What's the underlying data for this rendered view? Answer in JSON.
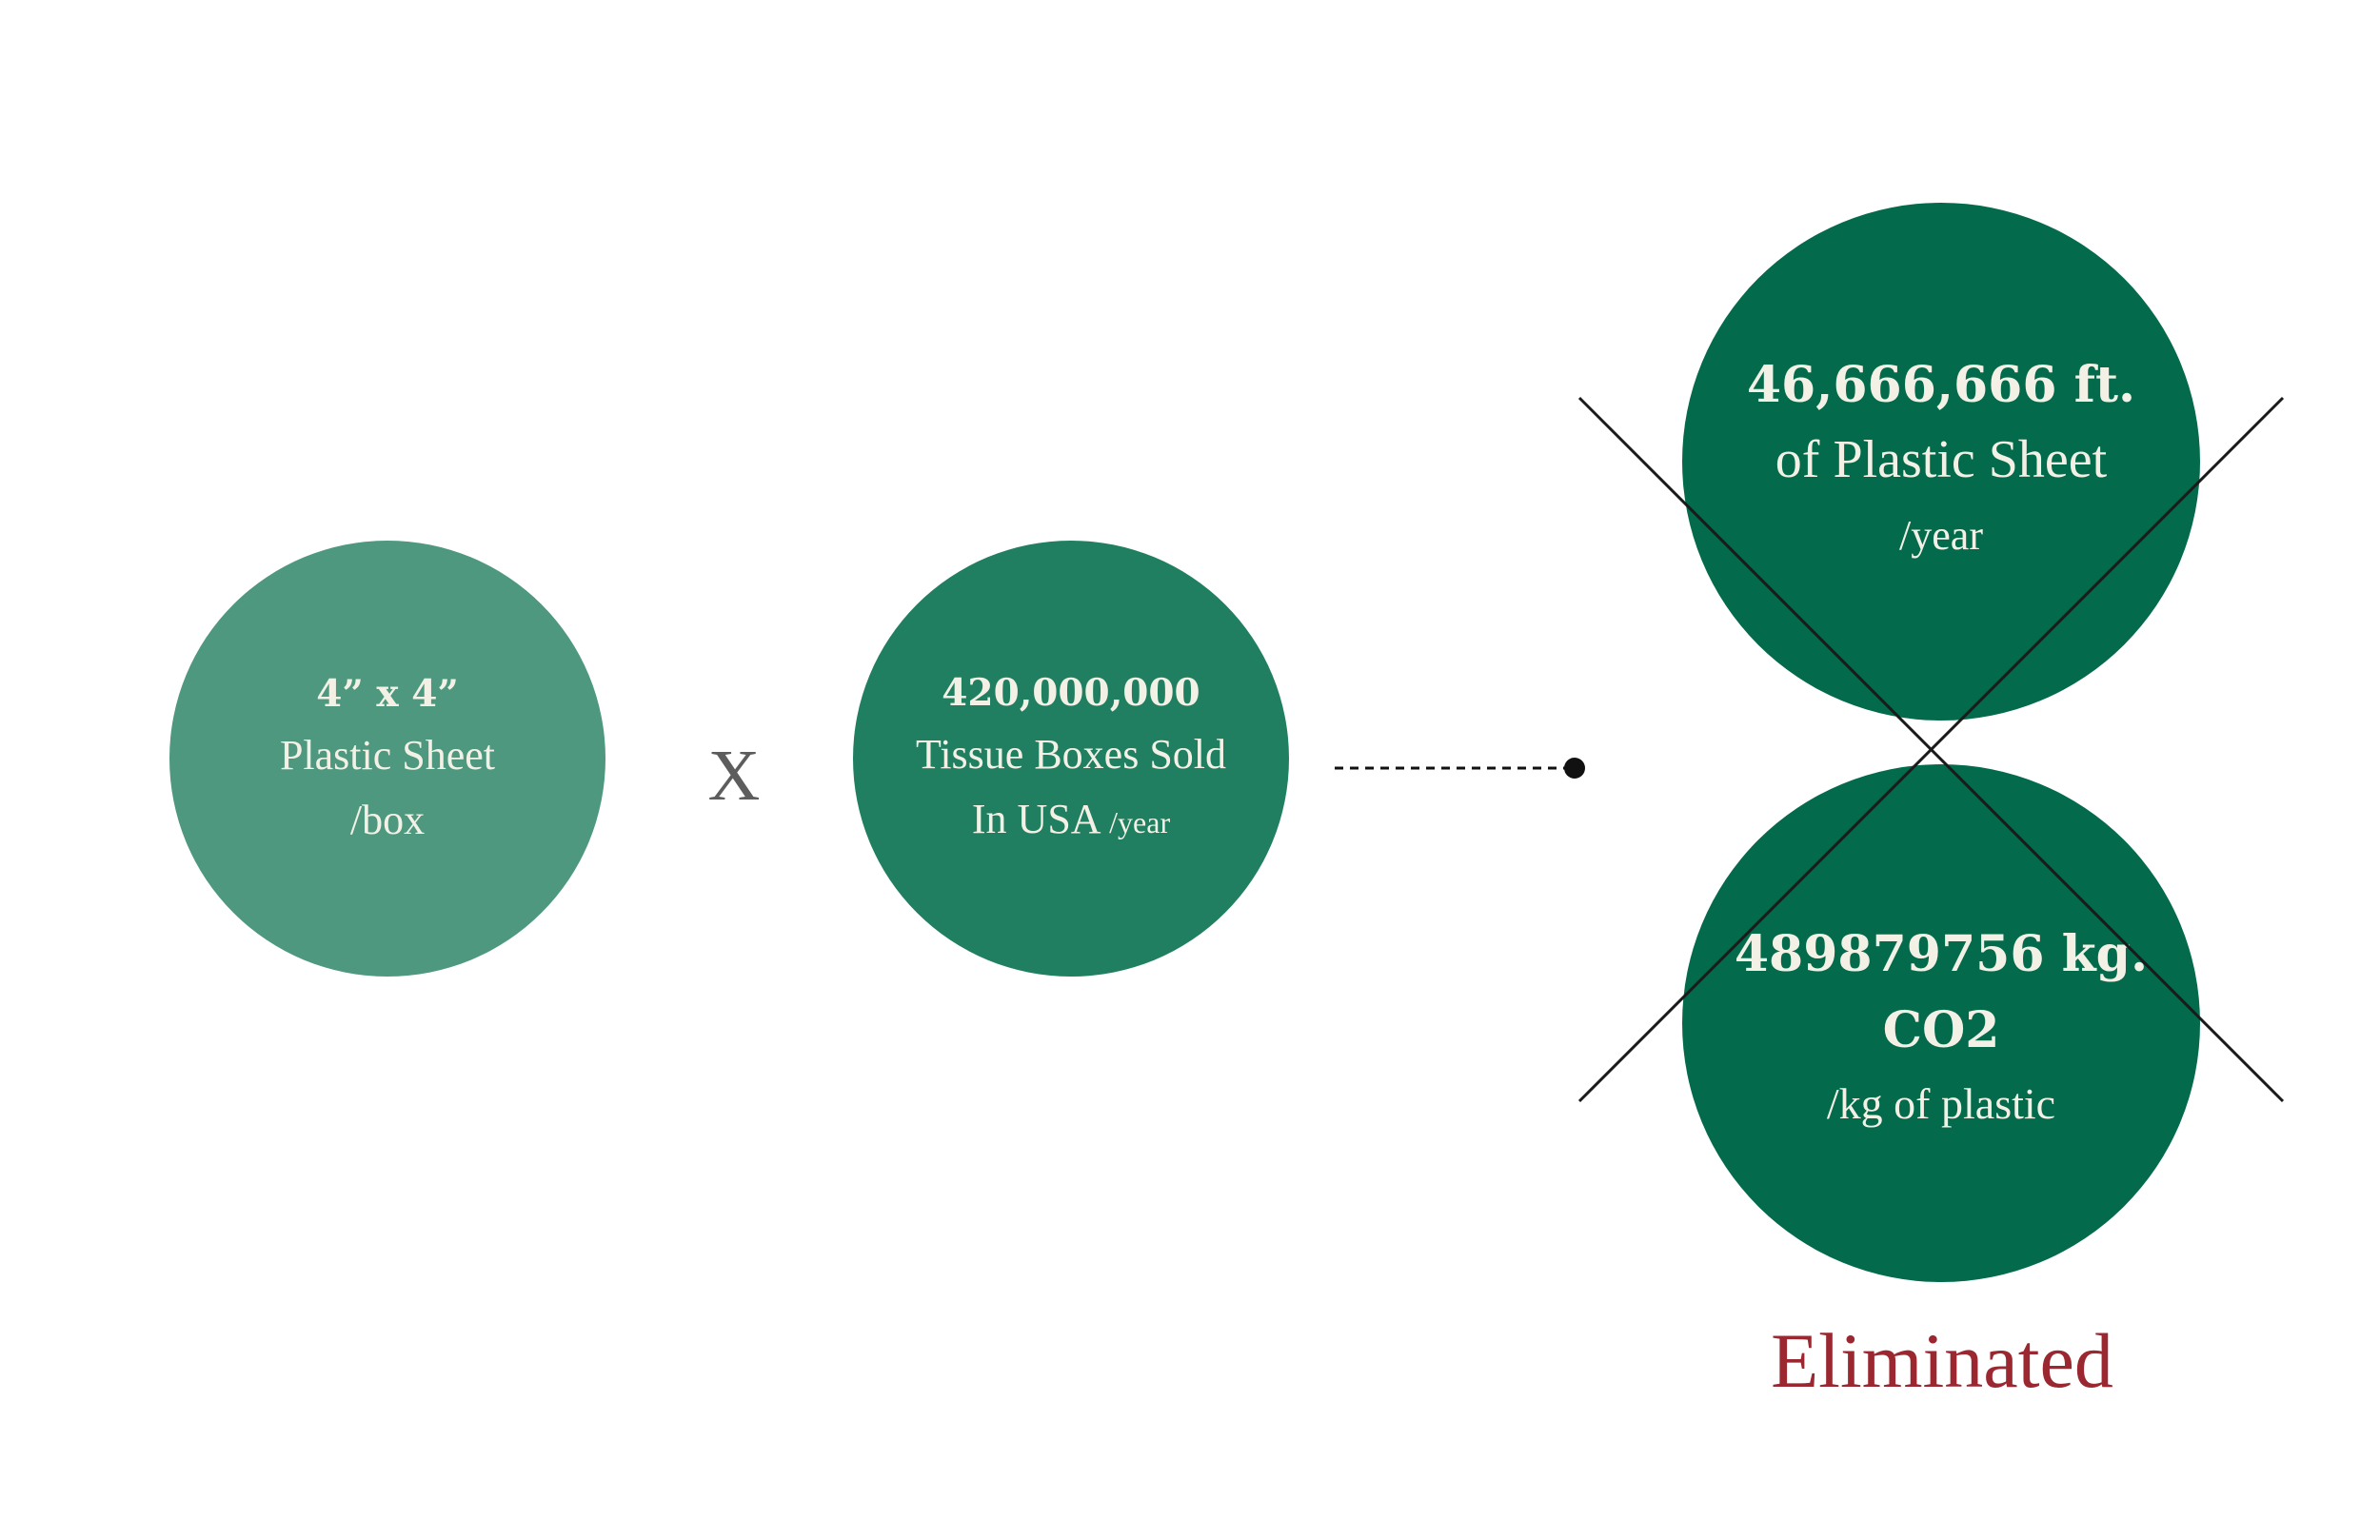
{
  "circles": {
    "sheet_size": {
      "line1": "4” x 4”",
      "line2": "Plastic Sheet",
      "line3": "/box"
    },
    "boxes_sold": {
      "line1": "420,000,000",
      "line2": "Tissue Boxes Sold",
      "line3_main": "In USA",
      "line3_small": "/year"
    },
    "plastic_total": {
      "line1": "46,666,666 ft.",
      "line2": "of Plastic Sheet",
      "line3": "/year"
    },
    "co2_total": {
      "line1": "489879756 kg. CO2",
      "line2": "/kg of plastic"
    }
  },
  "operator": "X",
  "result_label": "Eliminated",
  "colors": {
    "circle_light": "#4e9880",
    "circle_mid": "#217f61",
    "circle_dark": "#046a4c",
    "text_light": "#f3f1e6",
    "eliminated": "#9b2730",
    "operator": "#5d5d5d"
  }
}
